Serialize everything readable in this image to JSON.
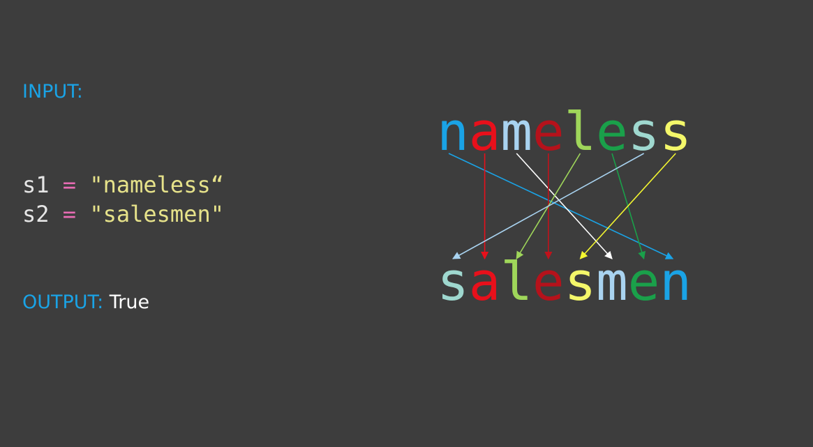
{
  "input_label": "INPUT:",
  "code": {
    "line1": {
      "var": "s1",
      "op": "=",
      "value": "\"nameless“"
    },
    "line2": {
      "var": "s2",
      "op": "=",
      "value": "\"salesmen\""
    }
  },
  "output_label": "OUTPUT:",
  "output_value": "True",
  "top_word": [
    {
      "ch": "n",
      "color": "#1aa3e6"
    },
    {
      "ch": "a",
      "color": "#e8101b"
    },
    {
      "ch": "m",
      "color": "#a9d3f0"
    },
    {
      "ch": "e",
      "color": "#b5121b"
    },
    {
      "ch": "l",
      "color": "#9fd65a"
    },
    {
      "ch": "e",
      "color": "#1aa04a"
    },
    {
      "ch": "s",
      "color": "#9fd8cf"
    },
    {
      "ch": "s",
      "color": "#f4f76a"
    }
  ],
  "bottom_word": [
    {
      "ch": "s",
      "color": "#9fd8cf"
    },
    {
      "ch": "a",
      "color": "#e8101b"
    },
    {
      "ch": "l",
      "color": "#9fd65a"
    },
    {
      "ch": "e",
      "color": "#b5121b"
    },
    {
      "ch": "s",
      "color": "#f4f76a"
    },
    {
      "ch": "m",
      "color": "#a9d3f0"
    },
    {
      "ch": "e",
      "color": "#1aa04a"
    },
    {
      "ch": "n",
      "color": "#1aa3e6"
    }
  ],
  "mapping": [
    {
      "from": 0,
      "to": 7,
      "color": "#1aa3e6"
    },
    {
      "from": 1,
      "to": 1,
      "color": "#e8101b"
    },
    {
      "from": 2,
      "to": 5,
      "color": "#ffffff"
    },
    {
      "from": 3,
      "to": 3,
      "color": "#c0121b"
    },
    {
      "from": 4,
      "to": 2,
      "color": "#9fd65a"
    },
    {
      "from": 5,
      "to": 6,
      "color": "#1aa04a"
    },
    {
      "from": 6,
      "to": 0,
      "color": "#a9d3f0"
    },
    {
      "from": 7,
      "to": 4,
      "color": "#f4f730"
    }
  ]
}
